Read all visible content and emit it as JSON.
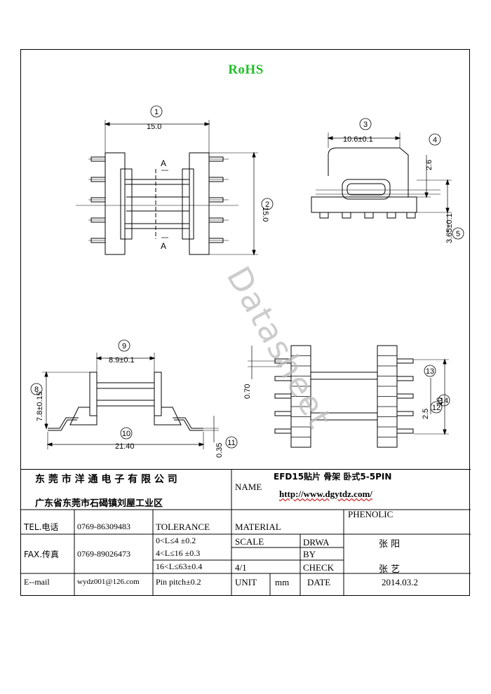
{
  "header": {
    "rohs": "RoHS"
  },
  "watermark": "Datasheet",
  "dimensions": {
    "d1": "15.0",
    "d2": "15.0",
    "d3": "10.6±0.1",
    "d4": "2.6",
    "d5": "3.65±0.1",
    "d8": "7.8±0.15",
    "d9": "8.9±0.1",
    "d10": "21.40",
    "d11": "0.35",
    "d12": "0.70",
    "d13": "2.5",
    "d14": "10",
    "sectionA": "A"
  },
  "balloons": [
    "1",
    "2",
    "3",
    "4",
    "5",
    "8",
    "9",
    "10",
    "11",
    "12",
    "13",
    "14"
  ],
  "title_block": {
    "company": "东 莞 市 洋 通 电 子 有 限 公 司",
    "address": "广东省东莞市石碣镇刘屋工业区",
    "name_label": "NAME",
    "product_name": "EFD15贴片 骨架 卧式5-5PIN",
    "url": "http://www.dgytdz.com/",
    "tel_label": "TEL.电话",
    "tel": "0769-86309483",
    "fax_label": "FAX.传真",
    "fax": "0769-89026473",
    "email_label": "E--mail",
    "email": "wydz001@126.com",
    "tolerance_label": "TOLERANCE",
    "tol1": "0<L≤4   ±0.2",
    "tol2": "4<L≤16  ±0.3",
    "tol3": "16<L≤63±0.4",
    "tol4": "Pin pitch±0.2",
    "material_label": "MATERIAL",
    "material": "PHENOLIC",
    "scale_label": "SCALE",
    "scale": "4/1",
    "drawn_label": "DRWA BY",
    "drawn_by": "张 阳",
    "check_label": "CHECK",
    "checked_by": "张 艺",
    "unit_label": "UNIT",
    "unit": "mm",
    "date_label": "DATE",
    "date": "2014.03.2"
  }
}
